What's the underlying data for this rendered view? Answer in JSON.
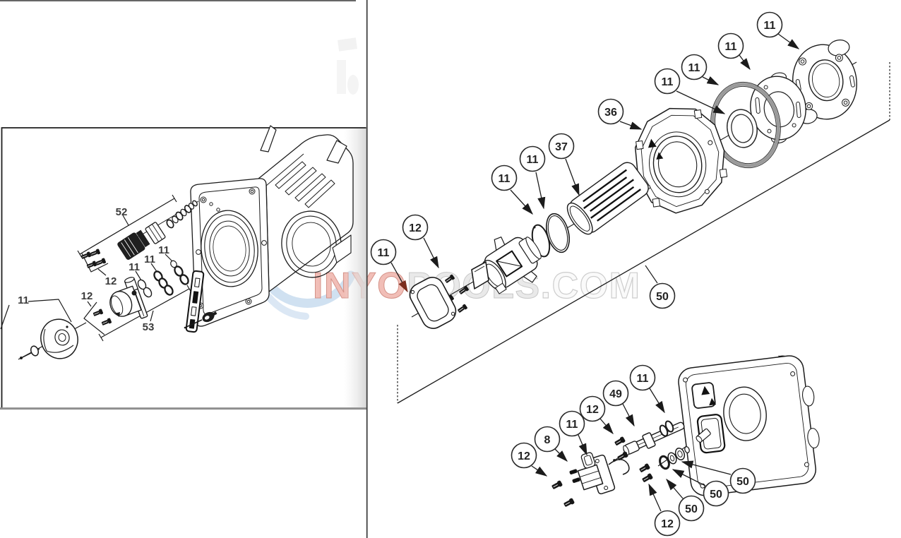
{
  "watermark": {
    "inyo": "INYO",
    "pools": "POOLS",
    "com": ".COM"
  },
  "left_panel": {
    "labels": [
      "52",
      "12",
      "11",
      "11",
      "11",
      "12",
      "53",
      "11"
    ]
  },
  "top_assembly": {
    "callouts": [
      "12",
      "11",
      "11",
      "11",
      "37",
      "36",
      "11",
      "11",
      "11",
      "11",
      "50"
    ]
  },
  "bottom_assembly": {
    "callouts": [
      "12",
      "8",
      "11",
      "12",
      "49",
      "11",
      "50",
      "50",
      "50",
      "12"
    ]
  },
  "colors": {
    "line": "#1b1b1b",
    "arrow_red": "#7b2d1d",
    "wm_inyo_fill": "#efb3aa",
    "wm_inyo_stroke": "#cd7f73",
    "wm_pools_fill": "#e6e6e6",
    "wm_pools_stroke": "#bdbdbd",
    "wm_com_fill": "#fafafa",
    "wm_com_stroke": "#c4c4c4",
    "wm_swirl": "#a9c7e5",
    "ring_gray": "#9a9a9a"
  }
}
